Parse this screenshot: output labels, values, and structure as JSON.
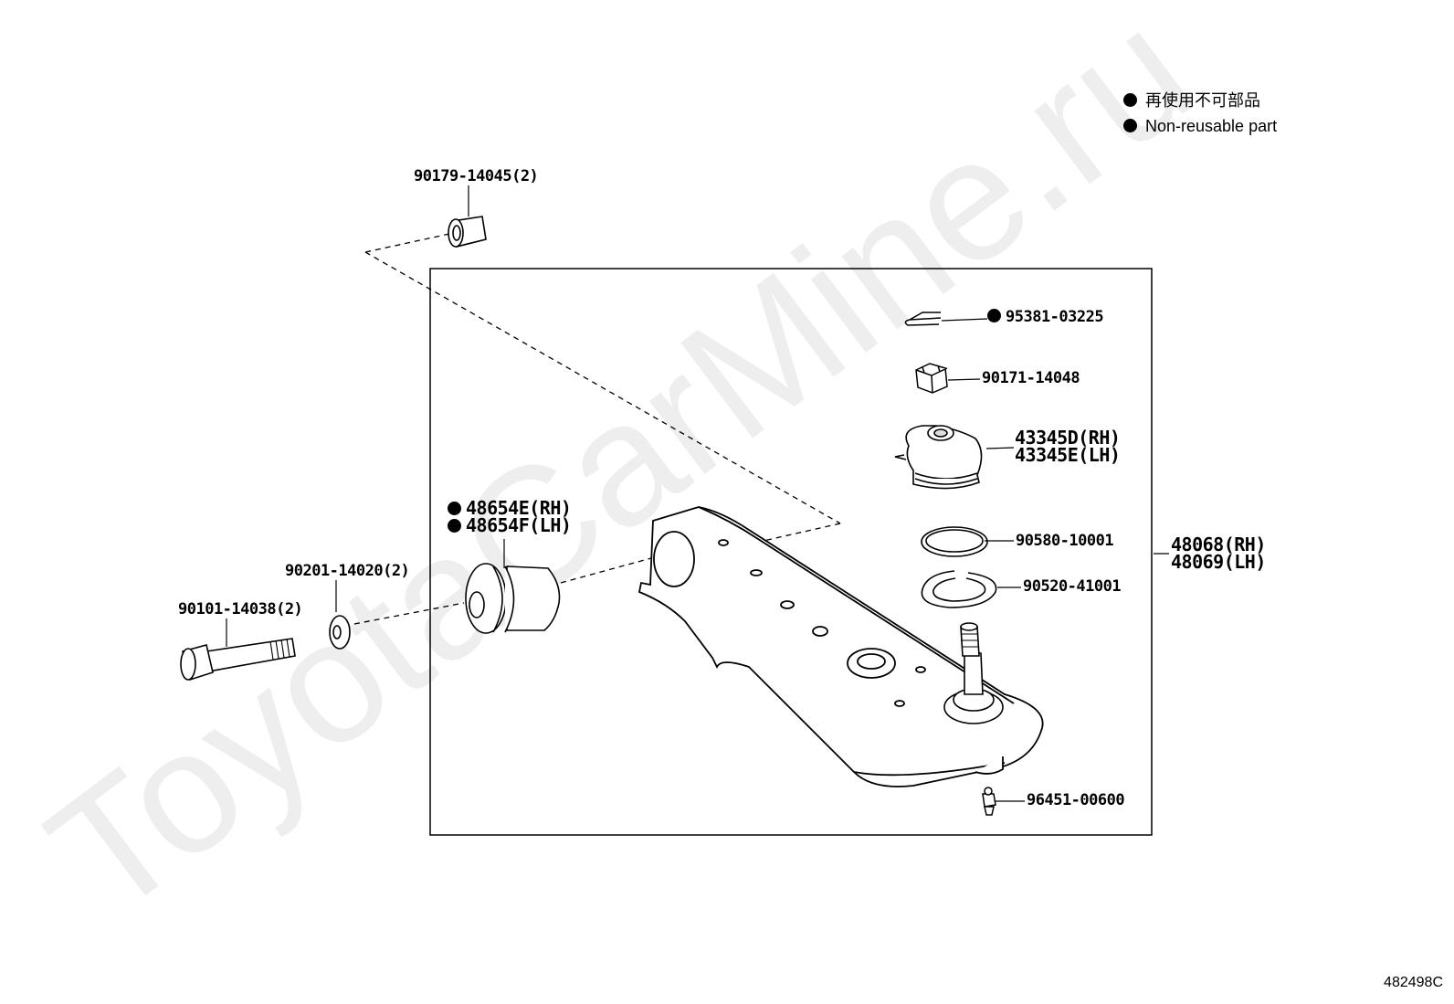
{
  "legend": {
    "japanese": "再使用不可部品",
    "english": "Non-reusable part"
  },
  "watermark": "ToyotaCarMine.ru",
  "figure_id": "482498C",
  "parts": {
    "nut_top": "90179-14045(2)",
    "cotter_pin": "95381-03225",
    "castle_nut": "90171-14048",
    "dust_boot_rh": "43345D(RH)",
    "dust_boot_lh": "43345E(LH)",
    "bushing_rh": "48654E(RH)",
    "bushing_lh": "48654F(LH)",
    "washer": "90201-14020(2)",
    "bolt": "90101-14038(2)",
    "ring": "90580-10001",
    "snap_ring": "90520-41001",
    "arm_rh": "48068(RH)",
    "arm_lh": "48069(LH)",
    "grease_fitting": "96451-00600"
  }
}
